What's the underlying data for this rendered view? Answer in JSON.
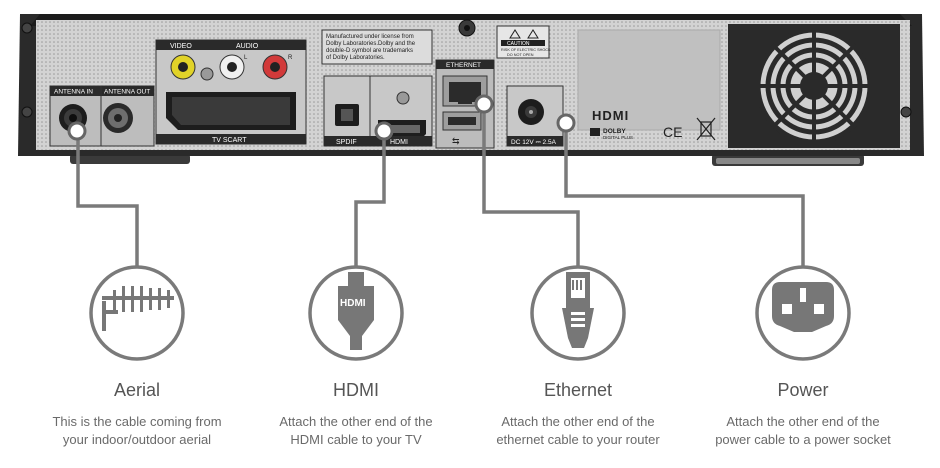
{
  "device": {
    "panel_labels": {
      "antenna_in": "ANTENNA IN",
      "antenna_out": "ANTENNA OUT",
      "video": "VIDEO",
      "audio": "AUDIO",
      "audio_l": "L",
      "audio_r": "R",
      "tv_scart": "TV SCART",
      "spdif": "SPDIF",
      "hdmi_port": "HDMI",
      "ethernet": "ETHERNET",
      "dc": "DC 12V ⎓ 2.5A",
      "hdmi_logo": "HDMI",
      "dolby_line1": "DOLBY",
      "dolby_line2": "DIGITAL PLUS",
      "ce_mark": "CE",
      "caution_title": "CAUTION",
      "caution_l1": "RISK OF ELECTRIC SHOCK",
      "caution_l2": "DO NOT OPEN"
    },
    "dolby_notice": [
      "Manufactured under license from",
      "Dolby Laboratories.Dolby and the",
      "double-D symbol are trademarks",
      "of Dolby Laboratories."
    ]
  },
  "connections": [
    {
      "title": "Aerial",
      "desc_line1": "This is the cable coming from",
      "desc_line2": "your indoor/outdoor aerial",
      "icon": "aerial-icon"
    },
    {
      "title": "HDMI",
      "desc_line1": "Attach the other end of the",
      "desc_line2": "HDMI cable to your TV",
      "icon": "hdmi-plug-icon"
    },
    {
      "title": "Ethernet",
      "desc_line1": "Attach the other end of the",
      "desc_line2": "ethernet cable to your router",
      "icon": "ethernet-plug-icon"
    },
    {
      "title": "Power",
      "desc_line1": "Attach the other end of the",
      "desc_line2": "power cable to a power socket",
      "icon": "power-plug-icon"
    }
  ],
  "colors": {
    "body_dark": "#2b2b2b",
    "panel": "#cfcfcf",
    "line": "#6f6f6f",
    "icon": "#777777"
  }
}
